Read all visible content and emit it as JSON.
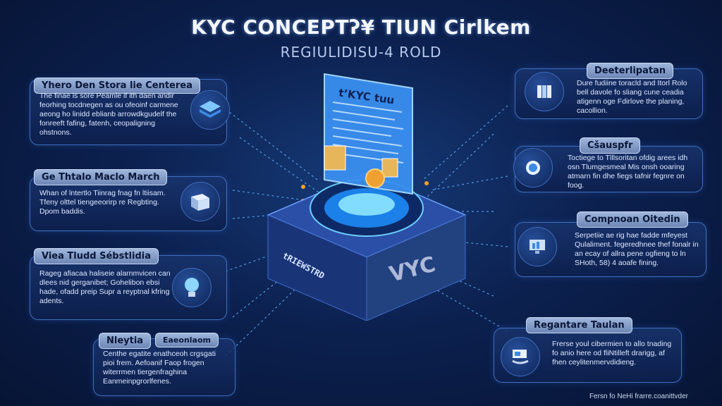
{
  "header": {
    "title": "KYC CONCEPTʔ¥ TIUN Cirlkem",
    "subtitle": "REGIULIDISU-4 ROLD"
  },
  "left_cards": [
    {
      "title": "Yhero Den Stora lie Centerea",
      "text": "The finae is sore Peamle if ith daen andir feorhing tocdnegen as ou ofeoinf carmene aeong ho linidd eblianb arrowdkgudelf the fonreeft fafing, fatenh, ceopaligning ohstnons.",
      "icon": "layers-cube-icon"
    },
    {
      "title": "Ge Thtalo Maclo March",
      "text": "Whan of lntertlo Tiinrag fnag fn ltiisam. Tfeny olttel tiengeeorirp re Regbting. Dpom baddis.",
      "icon": "document-box-icon"
    },
    {
      "title": "Viea Tludd Sébstlidia",
      "text": "Rageg afiacaa haliseie alarnmvicen can dlees nid gerganibet; Gohelibon ebsi hade, ofadd preip Supr a reyptnal kfring adents.",
      "icon": "lightbulb-icon"
    },
    {
      "title": "Nleytia",
      "badge": "Eaeonlaom",
      "text": "Centhe egatite enathceoh crgsgati pioi frem. Aefoanif Faop frogen witerrmen tiergenfraghina Eanmeinpgrorlfenes.",
      "icon": "key-icon"
    }
  ],
  "right_cards": [
    {
      "title": "Deeterlipatan",
      "text": "Dure fudiine toracld and Itorl Rolo bell davole fo sliang cune ceadia atigenn oge Fdirlove the planing, cacollion.",
      "icon": "book-pages-icon"
    },
    {
      "title": "Cšauspfr",
      "text": "Toctiege to Tlllsoritan ofdig arees idh osn Tlumgesmeal Mis onsh ooaring atmarn fin dhe fiegs tafnir fegnre on foog.",
      "icon": "globe-badge-icon"
    },
    {
      "title": "Compnoan Oitedin",
      "text": "Serpetiie ae rig hae fadde mfeyest Qulaliment. fegeredhnee thef fonalr in an ecay of allra pene ogfieng to ln SHoth, 58) 4 aoafe fining.",
      "icon": "monitor-chart-icon"
    },
    {
      "title": "Regantare Taulan",
      "text": "Frerse youl cibermien to allo tnading fo anio here od fliNtilleft drarigg, af fhen ceylitenmervdidieng.",
      "icon": "scan-hand-icon"
    }
  ],
  "center": {
    "document_label": "t’KYC tuu",
    "block_side_label": "tRIEWSTRD",
    "block_front_label": "VYC"
  },
  "footer": {
    "text": "Fersn fo NeHi frarre.coanittvder"
  }
}
